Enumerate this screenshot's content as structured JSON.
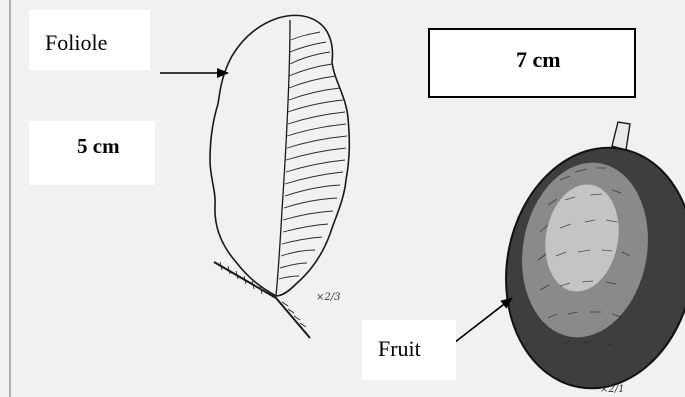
{
  "labels": {
    "foliole": "Foliole",
    "fruit": "Fruit"
  },
  "scales": {
    "leaf": "5 cm",
    "fruit": "7 cm"
  },
  "handwritten": {
    "leaf_ratio": "×2/3",
    "fruit_ratio": "×2/1"
  },
  "colors": {
    "background": "#f1f1f0",
    "ink": "#000000",
    "label_box": "#ffffff"
  }
}
